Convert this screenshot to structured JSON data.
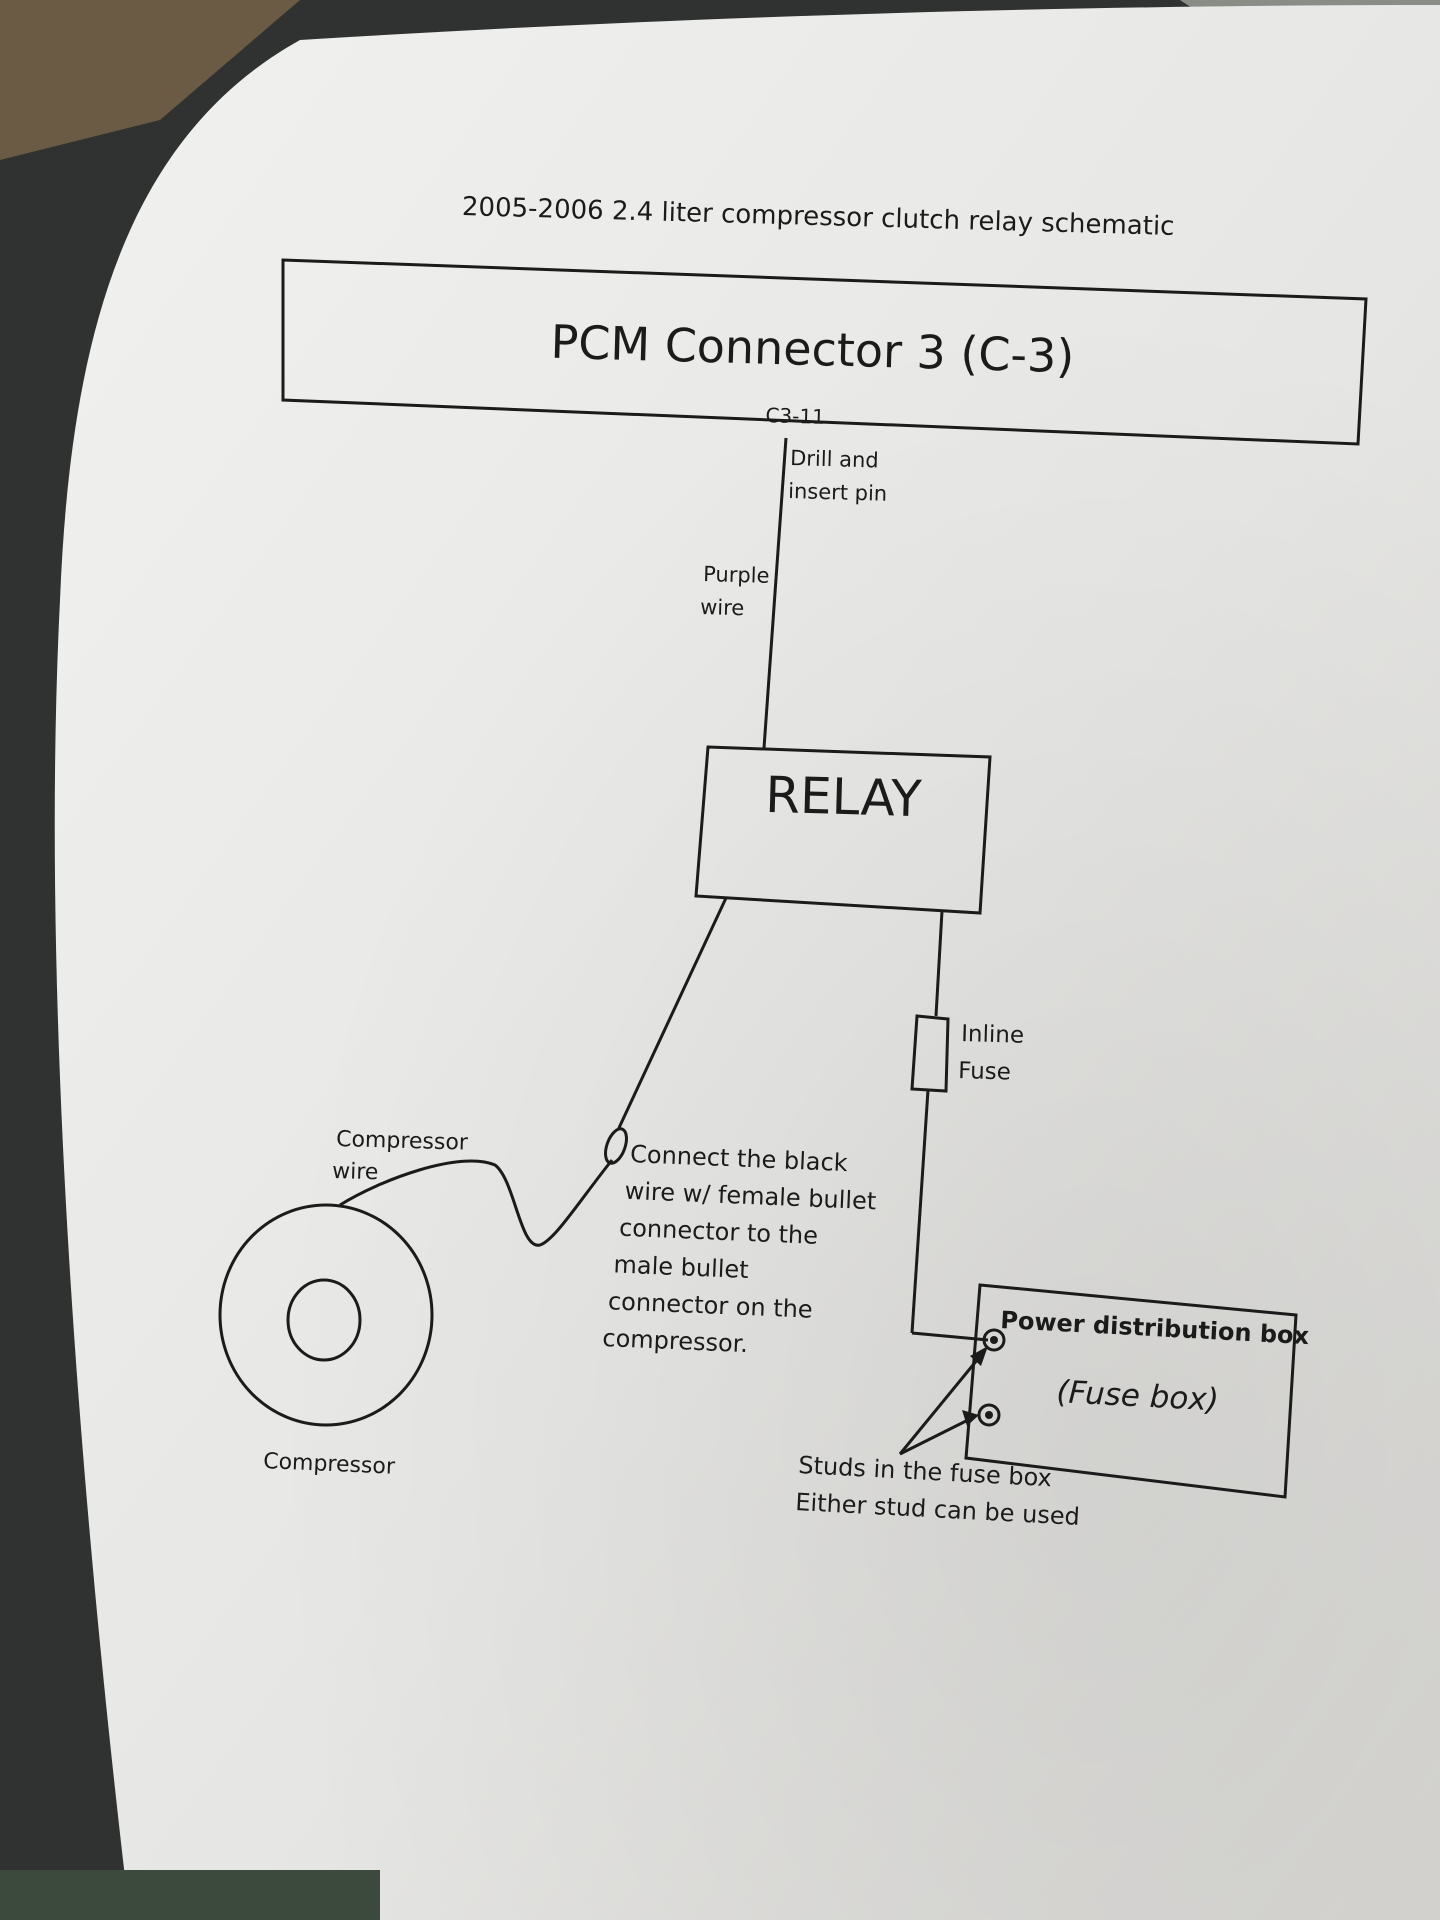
{
  "document": {
    "title": "2005-2006 2.4 liter compressor clutch relay schematic"
  },
  "pcm": {
    "label": "PCM Connector 3 (C-3)",
    "pin": "C3-11"
  },
  "notes": {
    "drill_line1": "Drill and",
    "drill_line2": "insert pin",
    "purple_line1": "Purple",
    "purple_line2": "wire",
    "fuse_line1": "Inline",
    "fuse_line2": "Fuse",
    "compressor_wire_line1": "Compressor",
    "compressor_wire_line2": "wire",
    "connect_lines": [
      "Connect the black",
      "wire w/ female bullet",
      "connector to the",
      "male bullet",
      "connector on the",
      "compressor."
    ],
    "studs_line1": "Studs in the fuse box",
    "studs_line2": "Either stud can be used"
  },
  "relay": {
    "label": "RELAY"
  },
  "compressor": {
    "label": "Compressor"
  },
  "power_box": {
    "title": "Power distribution box",
    "subtitle": "(Fuse box)"
  },
  "colors": {
    "paper": "#ececea",
    "ink": "#1b1b1b",
    "background": "#3a3d38"
  }
}
